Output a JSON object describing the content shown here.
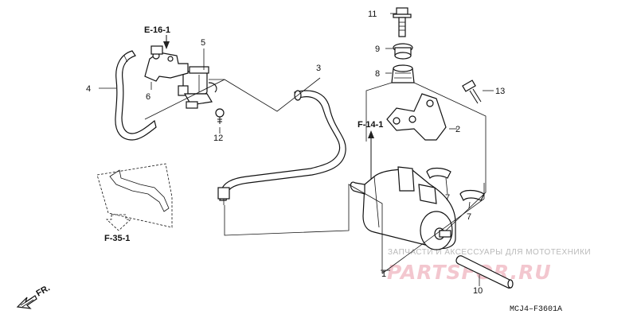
{
  "labels": {
    "p1": "1",
    "p2": "2",
    "p3": "3",
    "p4": "4",
    "p5": "5",
    "p6": "6",
    "p7a": "7",
    "p7b": "7",
    "p8": "8",
    "p9": "9",
    "p10": "10",
    "p11": "11",
    "p12": "12",
    "p13": "13"
  },
  "references": {
    "e16": "E-16-1",
    "f14": "F-14-1",
    "f35": "F-35-1"
  },
  "direction": "FR.",
  "code": "MCJ4–F3601A",
  "watermark": {
    "line1": "ЗАПЧАСТИ И АКСЕССУАРЫ ДЛЯ МОТОТЕХНИКИ",
    "line2": "PARTSFOR.RU"
  },
  "colors": {
    "line": "#111111",
    "watermark_text": "#b9b9b9",
    "watermark_logo": "#f3c7cf"
  }
}
